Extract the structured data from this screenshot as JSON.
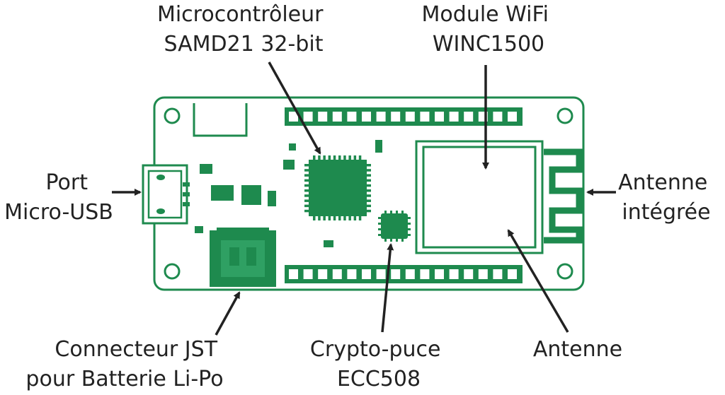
{
  "colors": {
    "pcb_outline": "#1e8a4e",
    "component": "#1e8a4e",
    "label_text": "#222222",
    "background": "#ffffff"
  },
  "labels": {
    "mcu": [
      "Microcontrôleur",
      "SAMD21 32-bit"
    ],
    "wifi": [
      "Module WiFi",
      "WINC1500"
    ],
    "usb": [
      "Port",
      "Micro-USB"
    ],
    "antenna_integrated": [
      "Antenne",
      "intégrée"
    ],
    "jst": [
      "Connecteur JST",
      "pour Batterie Li-Po"
    ],
    "crypto": [
      "Crypto-puce",
      "ECC508"
    ],
    "antenna": [
      "Antenne"
    ]
  }
}
